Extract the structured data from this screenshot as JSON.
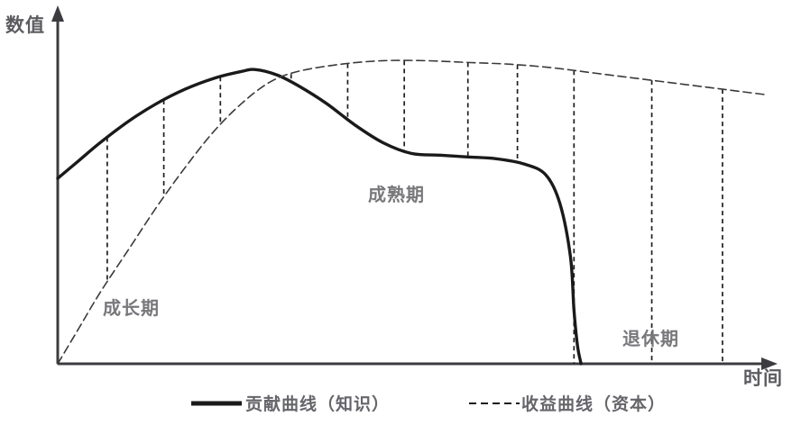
{
  "chart_data": {
    "type": "line",
    "title": "",
    "xlabel": "时间",
    "ylabel": "数值",
    "grid": false,
    "legend_position": "bottom",
    "xlim": [
      0,
      100
    ],
    "ylim": [
      0,
      100
    ],
    "annotations": [
      {
        "id": "growth",
        "text": "成长期",
        "x": 13,
        "y": 20
      },
      {
        "id": "mature",
        "text": "成熟期",
        "x": 44,
        "y": 52
      },
      {
        "id": "retire",
        "text": "退休期",
        "x": 80,
        "y": 11
      }
    ],
    "series": [
      {
        "name": "贡献曲线（知识）",
        "style": "solid",
        "color": "#1a1a1a",
        "width": 3.4,
        "x": [
          0,
          3,
          6,
          10,
          14,
          18,
          22,
          26,
          28,
          31,
          34,
          38,
          42,
          46,
          50,
          54,
          58,
          62,
          66,
          69,
          71,
          72.5,
          73,
          73.5,
          74
        ],
        "y": [
          52,
          57,
          62,
          68,
          73,
          77,
          80,
          82,
          82.5,
          81,
          78,
          73,
          67,
          62,
          59,
          58.5,
          58,
          57.5,
          56,
          53,
          45,
          30,
          15,
          5,
          0
        ]
      },
      {
        "name": "收益曲线（资本）",
        "style": "dashed",
        "color": "#3a3a3a",
        "width": 1.6,
        "x": [
          0,
          3,
          6,
          10,
          14,
          18,
          22,
          26,
          30,
          34,
          40,
          46,
          52,
          58,
          64,
          70,
          76,
          82,
          88,
          94,
          100
        ],
        "y": [
          0,
          10,
          20,
          32,
          44,
          55,
          65,
          73,
          79,
          82,
          84,
          85,
          85,
          84.5,
          84,
          83,
          81.5,
          80,
          78.5,
          77,
          75.5
        ]
      }
    ],
    "connectors": [
      {
        "phase": "growth",
        "x": 7,
        "from_series": 0,
        "to_series": 1
      },
      {
        "phase": "growth",
        "x": 15,
        "from_series": 0,
        "to_series": 1
      },
      {
        "phase": "growth",
        "x": 23,
        "from_series": 0,
        "to_series": 1
      },
      {
        "phase": "mature",
        "x": 33,
        "from_series": 1,
        "to_series": 0
      },
      {
        "phase": "mature",
        "x": 41,
        "from_series": 1,
        "to_series": 0
      },
      {
        "phase": "mature",
        "x": 49,
        "from_series": 1,
        "to_series": 0
      },
      {
        "phase": "mature",
        "x": 58,
        "from_series": 1,
        "to_series": 0
      },
      {
        "phase": "mature",
        "x": 65,
        "from_series": 1,
        "to_series": 0
      },
      {
        "phase": "retire",
        "x": 73,
        "from_series": 1,
        "to_axis": true
      },
      {
        "phase": "retire",
        "x": 84,
        "from_series": 1,
        "to_axis": true
      },
      {
        "phase": "retire",
        "x": 94,
        "from_series": 1,
        "to_axis": true
      }
    ],
    "legend": [
      {
        "label": "贡献曲线（知识）",
        "style": "solid"
      },
      {
        "label": "收益曲线（资本）",
        "style": "dashed"
      }
    ],
    "axis_color": "#3c3c40"
  }
}
